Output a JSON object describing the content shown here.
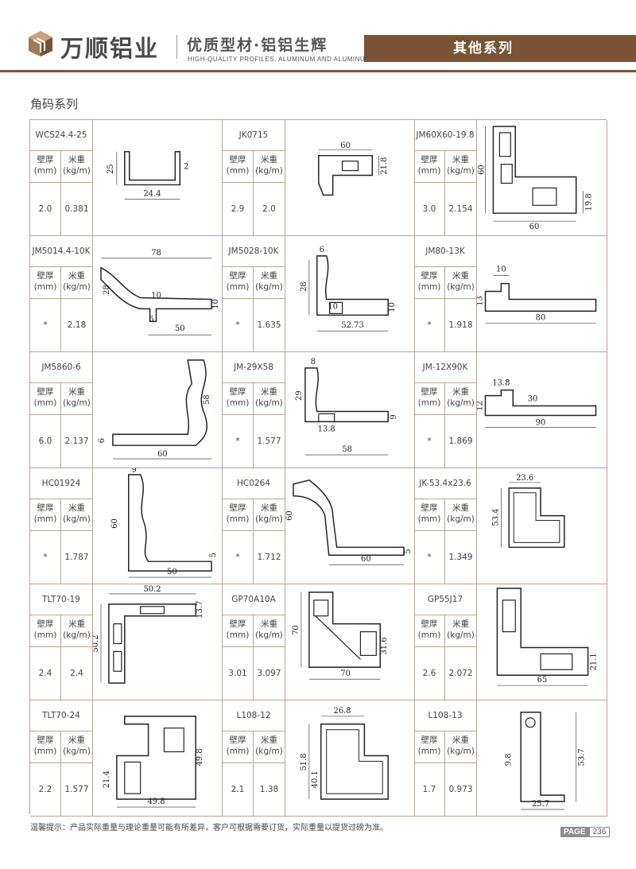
{
  "header": {
    "brand": "万顺铝业",
    "slogan_cn": "优质型材·铝铝生辉",
    "slogan_en": "HIGH-QUALITY PROFILES, ALUMINUM AND ALUMINUM",
    "series": "其他系列"
  },
  "section_title": "角码系列",
  "labels": {
    "thickness": "壁厚",
    "thickness_unit": "(mm)",
    "weight": "米重",
    "weight_unit": "(kg/m)"
  },
  "products": [
    {
      "name": "WCS24.4-25",
      "thickness": "2.0",
      "weight": "0.381",
      "dims": [
        "25",
        "2",
        "24.4"
      ]
    },
    {
      "name": "JK0715",
      "thickness": "2.9",
      "weight": "2.0",
      "dims": [
        "60",
        "21.8"
      ]
    },
    {
      "name": "JM60X60-19.8",
      "thickness": "3.0",
      "weight": "2.154",
      "dims": [
        "60",
        "19.8",
        "60"
      ]
    },
    {
      "name": "JM5014.4-10K",
      "thickness": "*",
      "weight": "2.18",
      "dims": [
        "78",
        "28",
        "10",
        "10",
        "6",
        "50"
      ]
    },
    {
      "name": "JM5028-10K",
      "thickness": "*",
      "weight": "1.635",
      "dims": [
        "6",
        "28",
        "10",
        "10",
        "52.73"
      ]
    },
    {
      "name": "JM80-13K",
      "thickness": "*",
      "weight": "1.918",
      "dims": [
        "10",
        "13",
        "80"
      ]
    },
    {
      "name": "JM5860-6",
      "thickness": "6.0",
      "weight": "2.137",
      "dims": [
        "58",
        "6",
        "60"
      ]
    },
    {
      "name": "JM-29X58",
      "thickness": "*",
      "weight": "1.577",
      "dims": [
        "8",
        "29",
        "9",
        "13.8",
        "58"
      ]
    },
    {
      "name": "JM-12X90K",
      "thickness": "*",
      "weight": "1.869",
      "dims": [
        "13.8",
        "12",
        "30",
        "90"
      ]
    },
    {
      "name": "HC01924",
      "thickness": "*",
      "weight": "1.787",
      "dims": [
        "9",
        "60",
        "5",
        "50"
      ]
    },
    {
      "name": "HC0264",
      "thickness": "*",
      "weight": "1.712",
      "dims": [
        "60",
        "5",
        "60"
      ]
    },
    {
      "name": "JK-53.4x23.6",
      "thickness": "*",
      "weight": "1.349",
      "dims": [
        "23.6",
        "53.4"
      ]
    },
    {
      "name": "TLT70-19",
      "thickness": "2.4",
      "weight": "2.4",
      "dims": [
        "50.2",
        "13.7",
        "50.2"
      ]
    },
    {
      "name": "GP70A10A",
      "thickness": "3.01",
      "weight": "3.097",
      "dims": [
        "70",
        "31.6",
        "70"
      ]
    },
    {
      "name": "GP55J17",
      "thickness": "2.6",
      "weight": "2.072",
      "dims": [
        "65",
        "21.1",
        "65"
      ]
    },
    {
      "name": "TLT70-24",
      "thickness": "2.2",
      "weight": "1.577",
      "dims": [
        "49.8",
        "21.4",
        "49.8"
      ]
    },
    {
      "name": "L108-12",
      "thickness": "2.1",
      "weight": "1.38",
      "dims": [
        "26.8",
        "51.8",
        "40.1"
      ]
    },
    {
      "name": "L108-13",
      "thickness": "1.7",
      "weight": "0.973",
      "dims": [
        "9.8",
        "53.7",
        "25.7"
      ]
    }
  ],
  "footer_note": "温馨提示：产品实际重量与理论重量可能有所差异，客户可根据需要订货，实际重量以提货过磅为准。",
  "page": {
    "label": "PAGE",
    "number": "236"
  }
}
